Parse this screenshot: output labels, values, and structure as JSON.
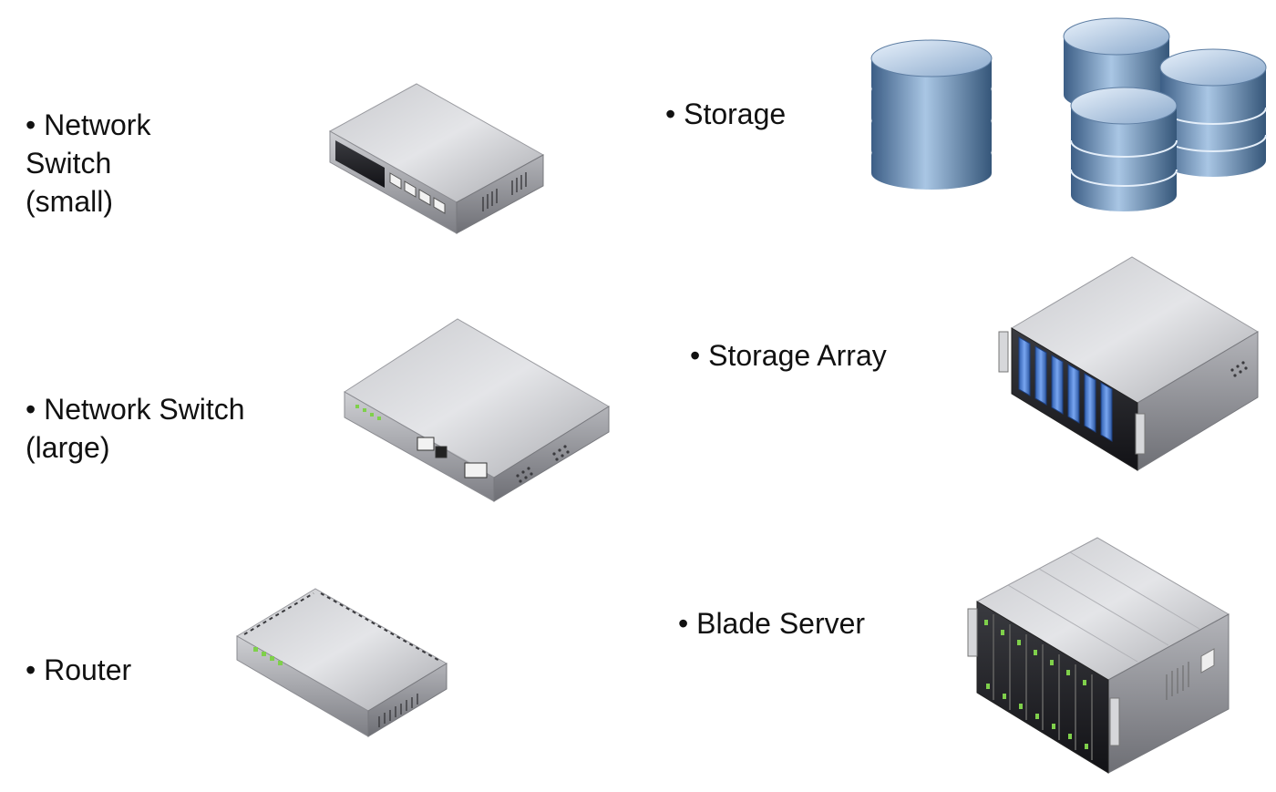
{
  "devices": {
    "switch_small": {
      "label": "• Network\nSwitch\n(small)",
      "icon": "network-switch-small-icon"
    },
    "switch_large": {
      "label": "• Network Switch\n(large)",
      "icon": "network-switch-large-icon"
    },
    "router": {
      "label": "• Router",
      "icon": "router-icon"
    },
    "storage": {
      "label": "• Storage",
      "icon": "database-cylinder-icon"
    },
    "storage_array": {
      "label": "• Storage Array",
      "icon": "storage-array-icon"
    },
    "blade_server": {
      "label": "• Blade Server",
      "icon": "blade-server-icon"
    }
  },
  "colors": {
    "device_top": "#d9dadd",
    "device_side": "#8f9096",
    "drive_blue": "#5b8bd9",
    "blade_green": "#7fd04b",
    "db_blue": "#8fb3d9"
  }
}
